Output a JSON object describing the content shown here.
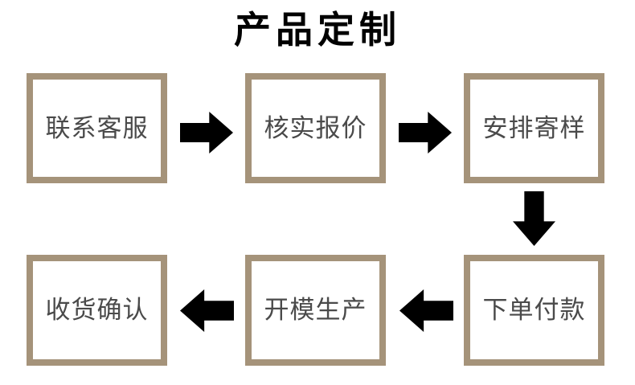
{
  "title": "产品定制",
  "colors": {
    "box_border": "#a5937a",
    "box_fill": "#ffffff",
    "node_text": "#4a4a4a",
    "title_text": "#000000",
    "arrow": "#000000",
    "background": "#ffffff"
  },
  "flow": {
    "type": "flowchart",
    "direction": "serpentine-left-to-right-then-right-to-left",
    "steps": [
      {
        "id": "contact",
        "order": 1,
        "label": "联系客服",
        "row": 1,
        "column": 1
      },
      {
        "id": "quote",
        "order": 2,
        "label": "核实报价",
        "row": 1,
        "column": 2
      },
      {
        "id": "sample",
        "order": 3,
        "label": "安排寄样",
        "row": 1,
        "column": 3
      },
      {
        "id": "pay",
        "order": 4,
        "label": "下单付款",
        "row": 2,
        "column": 3
      },
      {
        "id": "produce",
        "order": 5,
        "label": "开模生产",
        "row": 2,
        "column": 2
      },
      {
        "id": "receive",
        "order": 6,
        "label": "收货确认",
        "row": 2,
        "column": 1
      }
    ],
    "connectors": [
      {
        "id": "contact-quote",
        "from": "contact",
        "to": "quote",
        "direction": "right"
      },
      {
        "id": "quote-sample",
        "from": "quote",
        "to": "sample",
        "direction": "right"
      },
      {
        "id": "sample-pay",
        "from": "sample",
        "to": "pay",
        "direction": "down"
      },
      {
        "id": "pay-produce",
        "from": "pay",
        "to": "produce",
        "direction": "left"
      },
      {
        "id": "produce-receive",
        "from": "produce",
        "to": "receive",
        "direction": "left"
      }
    ]
  }
}
